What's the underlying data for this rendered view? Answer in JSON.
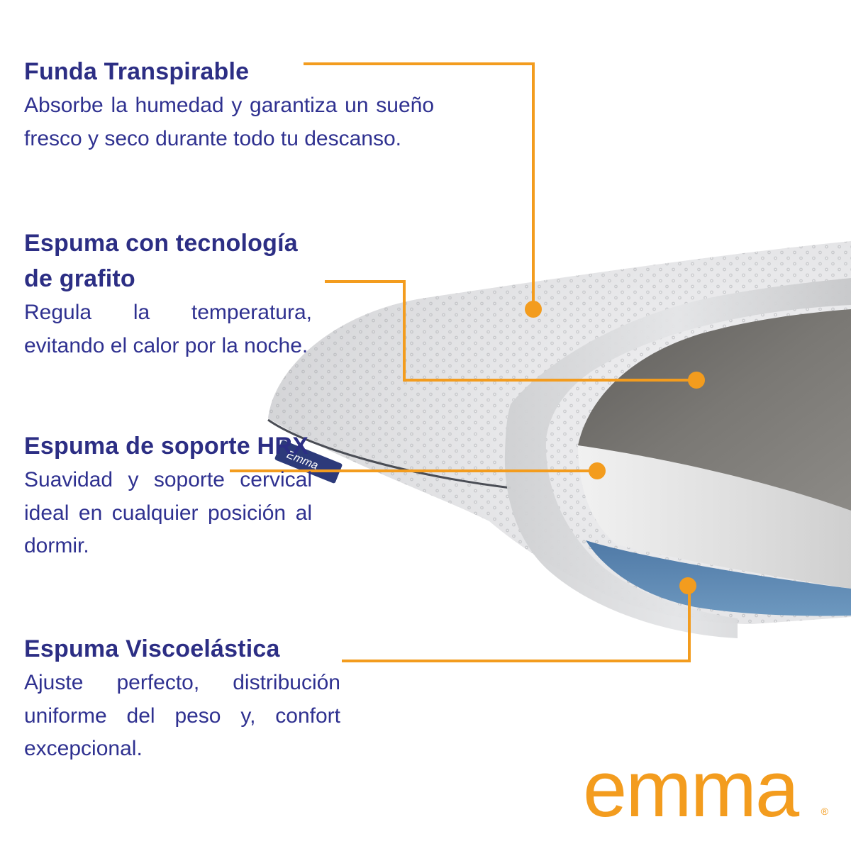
{
  "colors": {
    "accent": "#f39c1e",
    "text": "#2f3190",
    "heading": "#2c2e84",
    "pillow_cover": "#e9eaec",
    "graphite_foam": "#767471",
    "hrx_foam": "#e5e5e5",
    "visco_foam": "#5d84ad"
  },
  "features": [
    {
      "title": "Funda Transpirable",
      "description": "Absorbe  la humedad y garantiza un sueño fresco y seco durante todo tu descanso."
    },
    {
      "title": "Espuma con tecnología de grafito",
      "description": "Regula la temperatura, evitando el calor por la noche."
    },
    {
      "title": "Espuma de soporte HRX",
      "description": "Suavidad y soporte cervical ideal en cualquier posición al dormir."
    },
    {
      "title": "Espuma Viscoelástica",
      "description": "Ajuste perfecto, distribución uniforme del peso y, confort excepcional."
    }
  ],
  "product_label": "Emma",
  "brand": {
    "name": "emma",
    "registered": "®"
  }
}
